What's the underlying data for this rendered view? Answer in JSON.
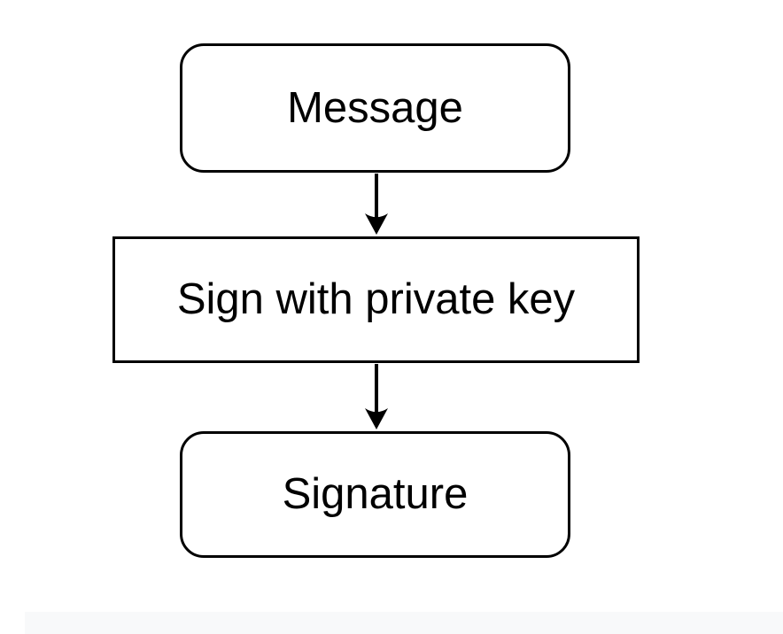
{
  "diagram": {
    "nodes": [
      {
        "id": "message",
        "label": "Message",
        "shape": "rounded-rectangle"
      },
      {
        "id": "sign",
        "label": "Sign with private key",
        "shape": "rectangle"
      },
      {
        "id": "signature",
        "label": "Signature",
        "shape": "rounded-rectangle"
      }
    ],
    "edges": [
      {
        "from": "Message",
        "to": "Sign with private key",
        "style": "arrow-down"
      },
      {
        "from": "Sign with private key",
        "to": "Signature",
        "style": "arrow-down"
      }
    ],
    "colors": {
      "stroke": "#000000",
      "node_fill": "#ffffff",
      "text": "#000000",
      "background": "#ffffff",
      "bottom_strip": "#f8f9fa"
    }
  }
}
